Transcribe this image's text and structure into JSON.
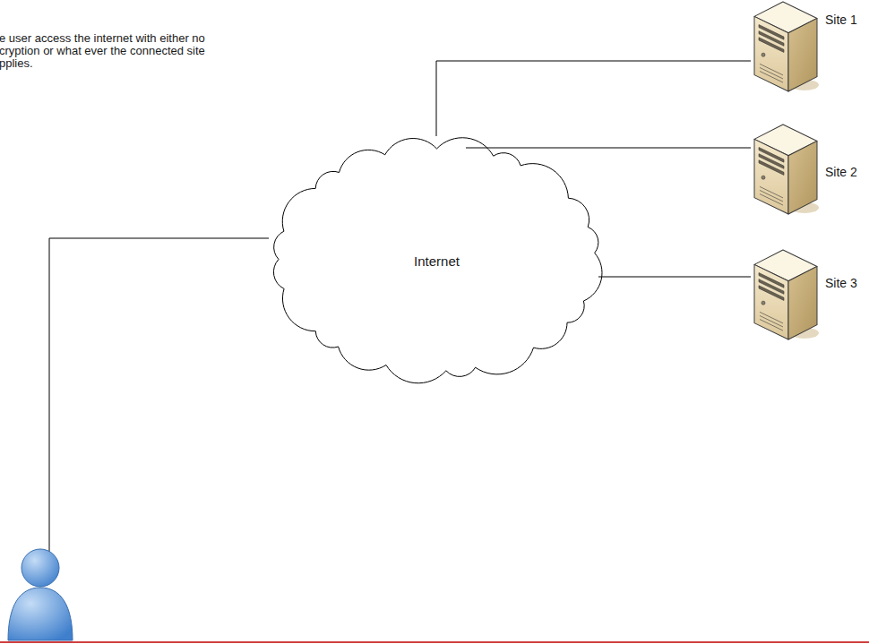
{
  "diagram": {
    "nodes": [
      {
        "text": [
          "Internet"
        ]
      },
      {
        "text": [
          "Site 1"
        ]
      },
      {
        "text": [
          "Site 2"
        ]
      },
      {
        "text": [
          "Site 3"
        ]
      }
    ],
    "edges": [
      {
        "from": 0,
        "to": 1,
        "arrow": "none"
      },
      {
        "from": 0,
        "to": 2,
        "arrow": "none"
      },
      {
        "from": 0,
        "to": 3,
        "arrow": "none"
      }
    ],
    "labels": [
      "e user access the internet with either no cryption or what ever the connected site pplies."
    ]
  }
}
